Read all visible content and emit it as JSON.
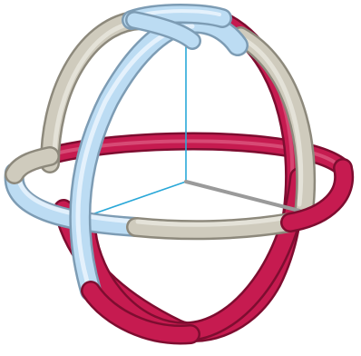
{
  "scene": {
    "background": "#ffffff",
    "colors": {
      "crimson_tube": "#c61b50",
      "crimson_shadow": "#7e0d30",
      "crimson_highlight": "#e36a8e",
      "beige_tube": "#cfcbbd",
      "beige_shadow": "#8d897c",
      "beige_highlight": "#ecebe4",
      "lightblue_tube": "#bcdcf3",
      "lightblue_shadow": "#7d9cb4",
      "lightblue_highlight": "#f1f8ff",
      "axis_blue": "#2aa8d8",
      "axis_gray": "#9a9a9a"
    },
    "objects": [
      "crimson-ellipse-loop",
      "crimson-sagittal-loop",
      "beige-light-blue-loop",
      "light-blue-beige-loop",
      "coordinate-axes"
    ]
  }
}
